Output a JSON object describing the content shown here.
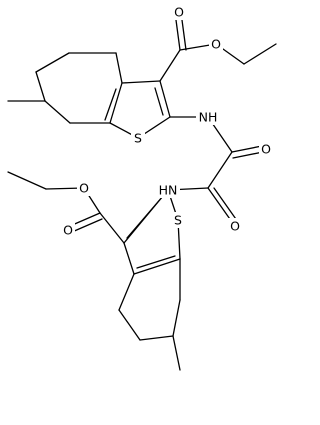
{
  "diagram": {
    "type": "chemical-structure",
    "atom_labels": {
      "o_top_ester_carbonyl": "O",
      "o_top_ester_ether": "O",
      "s_top_ring": "S",
      "nh_top": "NH",
      "o_oxalyl_top": "O",
      "nh_bottom": "HN",
      "o_oxalyl_bottom": "O",
      "o_bottom_ester_ether": "O",
      "s_bottom_ring": "S",
      "o_bottom_ester_carbonyl": "O"
    }
  }
}
